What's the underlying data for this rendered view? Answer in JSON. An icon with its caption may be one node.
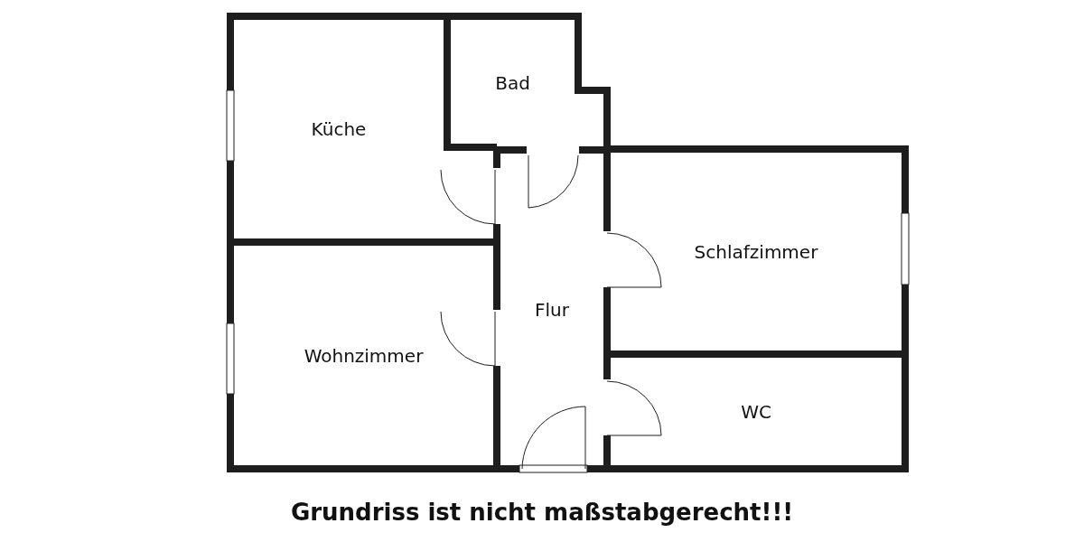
{
  "diagram": {
    "caption": "Grundriss ist nicht maßstabgerecht!!!",
    "nodes": [
      {
        "text": [
          "Küche"
        ]
      },
      {
        "text": [
          "Bad"
        ]
      },
      {
        "text": [
          "Flur"
        ]
      },
      {
        "text": [
          "Schlafzimmer"
        ]
      },
      {
        "text": [
          "Wohnzimmer"
        ]
      },
      {
        "text": [
          "WC"
        ]
      }
    ],
    "edges": []
  }
}
